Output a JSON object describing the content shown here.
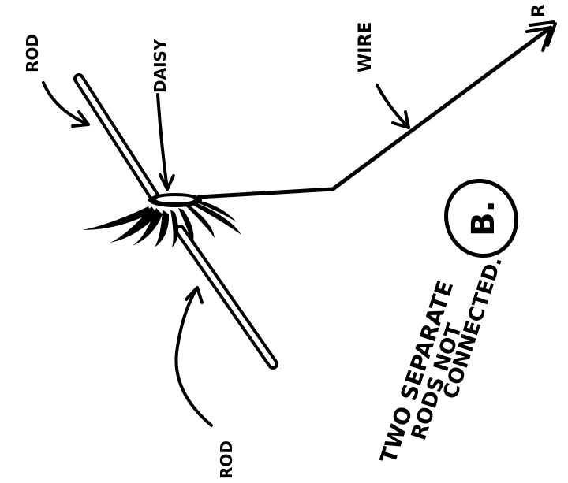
{
  "labels": {
    "rod_top": "ROD",
    "daisy": "DAISY",
    "wire": "WIRE",
    "offpage": "R",
    "rod_bottom": "ROD",
    "panel_letter": "B.",
    "note_line1": "TWO SEPARATE",
    "note_line2": "RODS NOT",
    "note_line3": "CONNECTED."
  },
  "colors": {
    "ink": "#000000",
    "paper": "#ffffff"
  }
}
